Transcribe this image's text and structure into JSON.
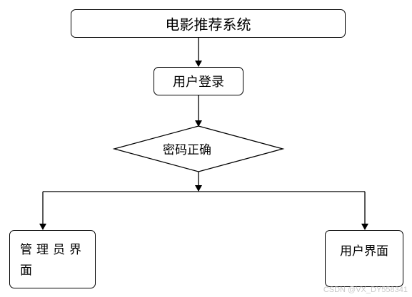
{
  "nodes": {
    "title": "电影推荐系统",
    "login": "用户登录",
    "decision": "密码正确",
    "admin": "管理员界面",
    "user": "用户界面"
  },
  "watermark": "CSDN @VX_DY558341",
  "colors": {
    "stroke": "#000000",
    "fill": "#ffffff",
    "watermark": "#c8c8c8"
  }
}
